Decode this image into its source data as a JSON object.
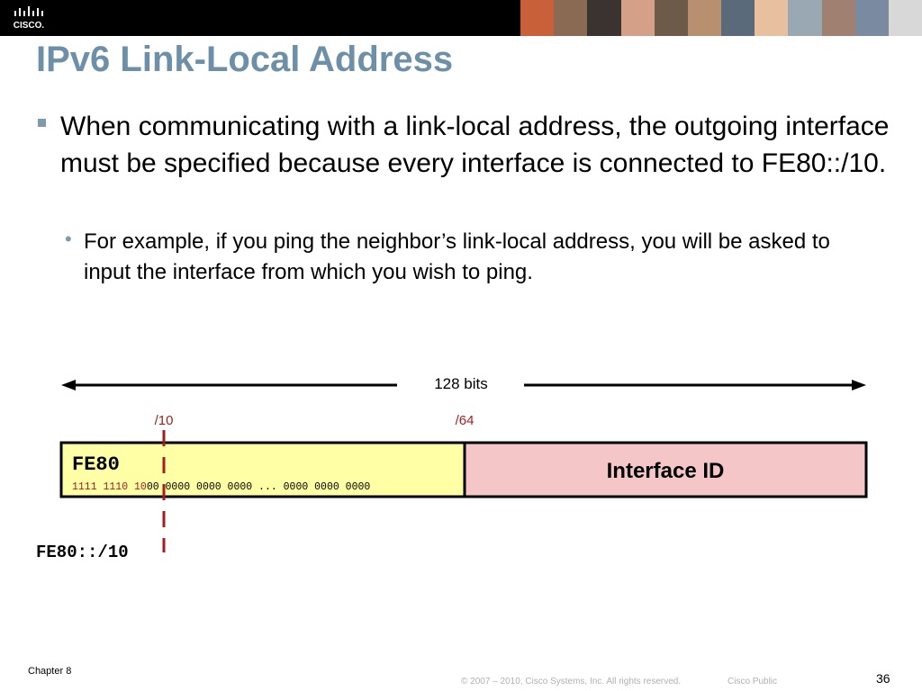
{
  "header": {
    "logo_icon": "cisco-logo-icon",
    "photo_strip": [
      "#c8613a",
      "#8a6a52",
      "#3a3330",
      "#d4a088",
      "#6e5a48",
      "#b89070",
      "#5a6a7a",
      "#e8c0a0",
      "#9aa8b4",
      "#a08070",
      "#7a8aa0",
      "#d8d8d8"
    ]
  },
  "slide": {
    "title": "IPv6 Link-Local Address",
    "bullet1": "When communicating with a link-local address, the outgoing interface must be specified because every interface is connected to FE80::/10.",
    "bullet2": "For example, if you ping the neighbor’s link-local address, you will be asked to input the interface from which you wish to ping."
  },
  "diagram": {
    "total_label": "128 bits",
    "marker_10": "/10",
    "marker_64": "/64",
    "prefix_label": "FE80",
    "prefix_bits_red": "1111 1110 10",
    "prefix_bits_black": "00 0000 0000 0000 ... 0000 0000 0000",
    "interface_label": "Interface ID",
    "prefix_note": "FE80::/10",
    "colors": {
      "prefix_fill": "#ffffa6",
      "interface_fill": "#f4c6c8",
      "accent_red": "#a31f1f",
      "border": "#000000"
    }
  },
  "footer": {
    "chapter": "Chapter 8",
    "copyright": "© 2007 – 2010, Cisco Systems, Inc. All rights reserved.",
    "classification": "Cisco Public",
    "page_number": "36"
  }
}
